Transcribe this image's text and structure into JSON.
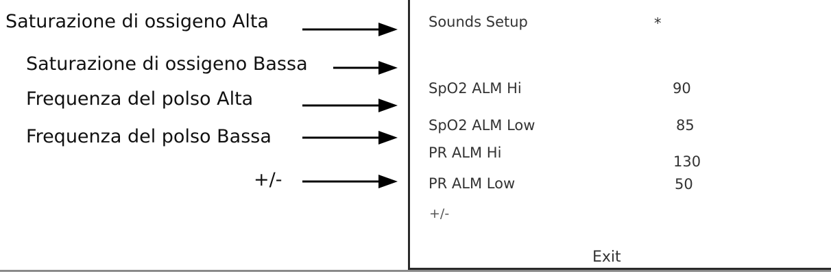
{
  "annotations": [
    "Saturazione di ossigeno Alta",
    "Saturazione di ossigeno Bassa",
    "Frequenza del polso Alta",
    "Frequenza del polso Bassa",
    "+/-"
  ],
  "screen": {
    "title": "Sounds Setup",
    "title_value": "*",
    "rows": [
      {
        "label": "SpO2 ALM Hi",
        "value": "90"
      },
      {
        "label": "SpO2 ALM Low",
        "value": "85"
      },
      {
        "label": "PR ALM Hi",
        "value": "130"
      },
      {
        "label": "PR ALM Low",
        "value": "50"
      }
    ],
    "toggle": "+/-",
    "exit": "Exit"
  },
  "colors": {
    "arrow": "#000000",
    "panel_border": "#2a2a2a",
    "screen_text": "#333333"
  },
  "icons": [
    "arrow-right-icon"
  ]
}
